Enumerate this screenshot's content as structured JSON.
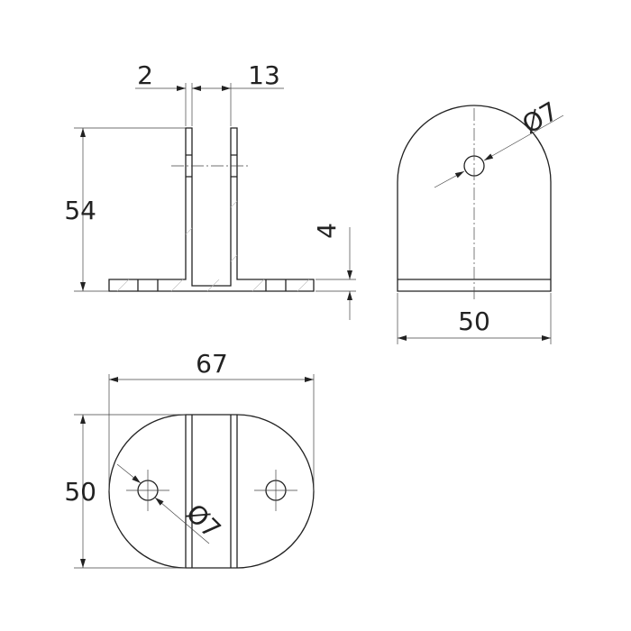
{
  "front_view": {
    "dim_wall": "2",
    "dim_gap": "13",
    "dim_height": "54",
    "dim_base": "4"
  },
  "side_view": {
    "dim_hole": "Ø7",
    "dim_width": "50"
  },
  "top_view": {
    "dim_length": "67",
    "dim_width": "50",
    "dim_hole": "Ø7"
  }
}
